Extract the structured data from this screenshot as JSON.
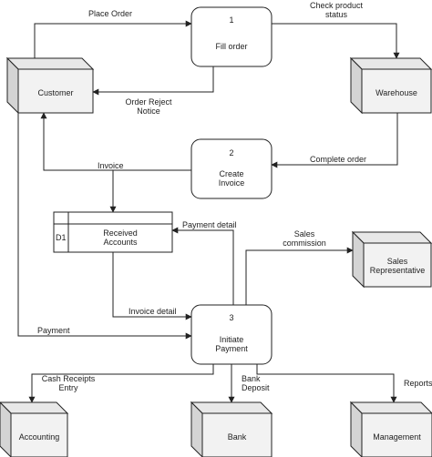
{
  "processes": [
    {
      "id": "p1",
      "number": "1",
      "label_lines": [
        "Fill order"
      ]
    },
    {
      "id": "p2",
      "number": "2",
      "label_lines": [
        "Create",
        "Invoice"
      ]
    },
    {
      "id": "p3",
      "number": "3",
      "label_lines": [
        "Initiate",
        "Payment"
      ]
    }
  ],
  "entities": [
    {
      "id": "customer",
      "label_lines": [
        "Customer"
      ]
    },
    {
      "id": "warehouse",
      "label_lines": [
        "Warehouse"
      ]
    },
    {
      "id": "sales-representative",
      "label_lines": [
        "Sales",
        "Representative"
      ]
    },
    {
      "id": "accounting",
      "label_lines": [
        "Accounting"
      ]
    },
    {
      "id": "bank",
      "label_lines": [
        "Bank"
      ]
    },
    {
      "id": "management",
      "label_lines": [
        "Management"
      ]
    }
  ],
  "data_stores": [
    {
      "id": "received-accounts",
      "code": "D1",
      "label_lines": [
        "Received",
        "Accounts"
      ]
    }
  ],
  "flows": [
    {
      "id": "place-order",
      "from": "customer",
      "to": "p1",
      "label_lines": [
        "Place Order"
      ]
    },
    {
      "id": "check-product-status",
      "from": "p1",
      "to": "warehouse",
      "label_lines": [
        "Check product",
        "status"
      ]
    },
    {
      "id": "order-reject-notice",
      "from": "p1",
      "to": "customer",
      "label_lines": [
        "Order Reject",
        "Notice"
      ]
    },
    {
      "id": "complete-order",
      "from": "warehouse",
      "to": "p2",
      "label_lines": [
        "Complete order"
      ]
    },
    {
      "id": "invoice",
      "from": "p2",
      "to": "customer",
      "label_lines": [
        "Invoice"
      ]
    },
    {
      "id": "invoice-to-store",
      "from": "p2",
      "to": "received-accounts",
      "label_lines": []
    },
    {
      "id": "payment-detail",
      "from": "p3",
      "to": "received-accounts",
      "label_lines": [
        "Payment detail"
      ]
    },
    {
      "id": "invoice-detail",
      "from": "received-accounts",
      "to": "p3",
      "label_lines": [
        "Invoice detail"
      ]
    },
    {
      "id": "sales-commission",
      "from": "p3",
      "to": "sales-representative",
      "label_lines": [
        "Sales",
        "commission"
      ]
    },
    {
      "id": "payment",
      "from": "customer",
      "to": "p3",
      "label_lines": [
        "Payment"
      ]
    },
    {
      "id": "cash-receipts-entry",
      "from": "p3",
      "to": "accounting",
      "label_lines": [
        "Cash Receipts",
        "Entry"
      ]
    },
    {
      "id": "bank-deposit",
      "from": "p3",
      "to": "bank",
      "label_lines": [
        "Bank",
        "Deposit"
      ]
    },
    {
      "id": "reports",
      "from": "p3",
      "to": "management",
      "label_lines": [
        "Reports"
      ]
    }
  ],
  "colors": {
    "stroke": "#222222",
    "box_fill": "#ffffff",
    "entity_face": "#f2f2f2",
    "entity_side": "#d4d4d4",
    "entity_top": "#e8e8e8",
    "text": "#222222"
  }
}
